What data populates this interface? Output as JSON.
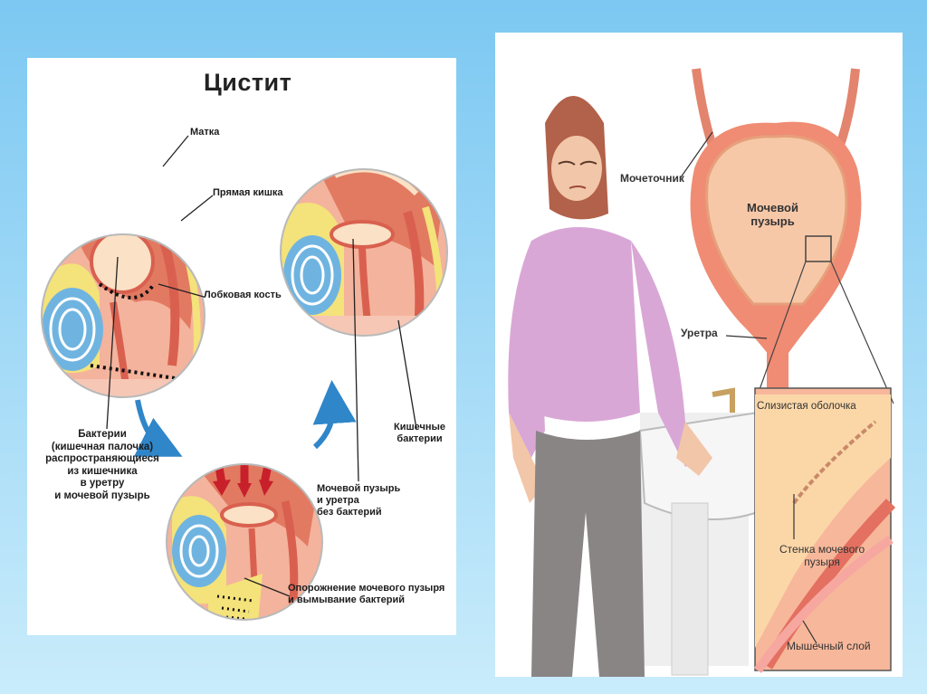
{
  "left": {
    "title": "Цистит",
    "labels": {
      "uterus": "Матка",
      "rectum": "Прямая кишка",
      "pubic_bone": "Лобковая кость",
      "bacteria_spread": [
        "Бактерии",
        "(кишечная палочка)",
        "распространяющиеся",
        "из кишечника",
        "в уретру",
        "и мочевой пузырь"
      ],
      "intestinal_bacteria": [
        "Кишечные",
        "бактерии"
      ],
      "bladder_no_bacteria": [
        "Мочевой пузырь",
        "и уретра",
        "без бактерий"
      ],
      "emptying": [
        "Опорожнение мочевого пузыря",
        "и вымывание бактерий"
      ]
    }
  },
  "right": {
    "labels": {
      "ureter": "Мочеточник",
      "bladder": [
        "Мочевой",
        "пузырь"
      ],
      "urethra": "Уретра",
      "mucosa": "Слизистая оболочка",
      "bladder_wall": [
        "Стенка мочевого",
        "пузыря"
      ],
      "muscle_layer": "Мышечный слой"
    }
  },
  "colors": {
    "tissue": "#f0a08a",
    "tissue_dark": "#d9604f",
    "yellow": "#f4e27a",
    "blue_bone": "#6fb4e0",
    "arrow_blue": "#2f86c9",
    "arrow_red": "#c8202a"
  }
}
